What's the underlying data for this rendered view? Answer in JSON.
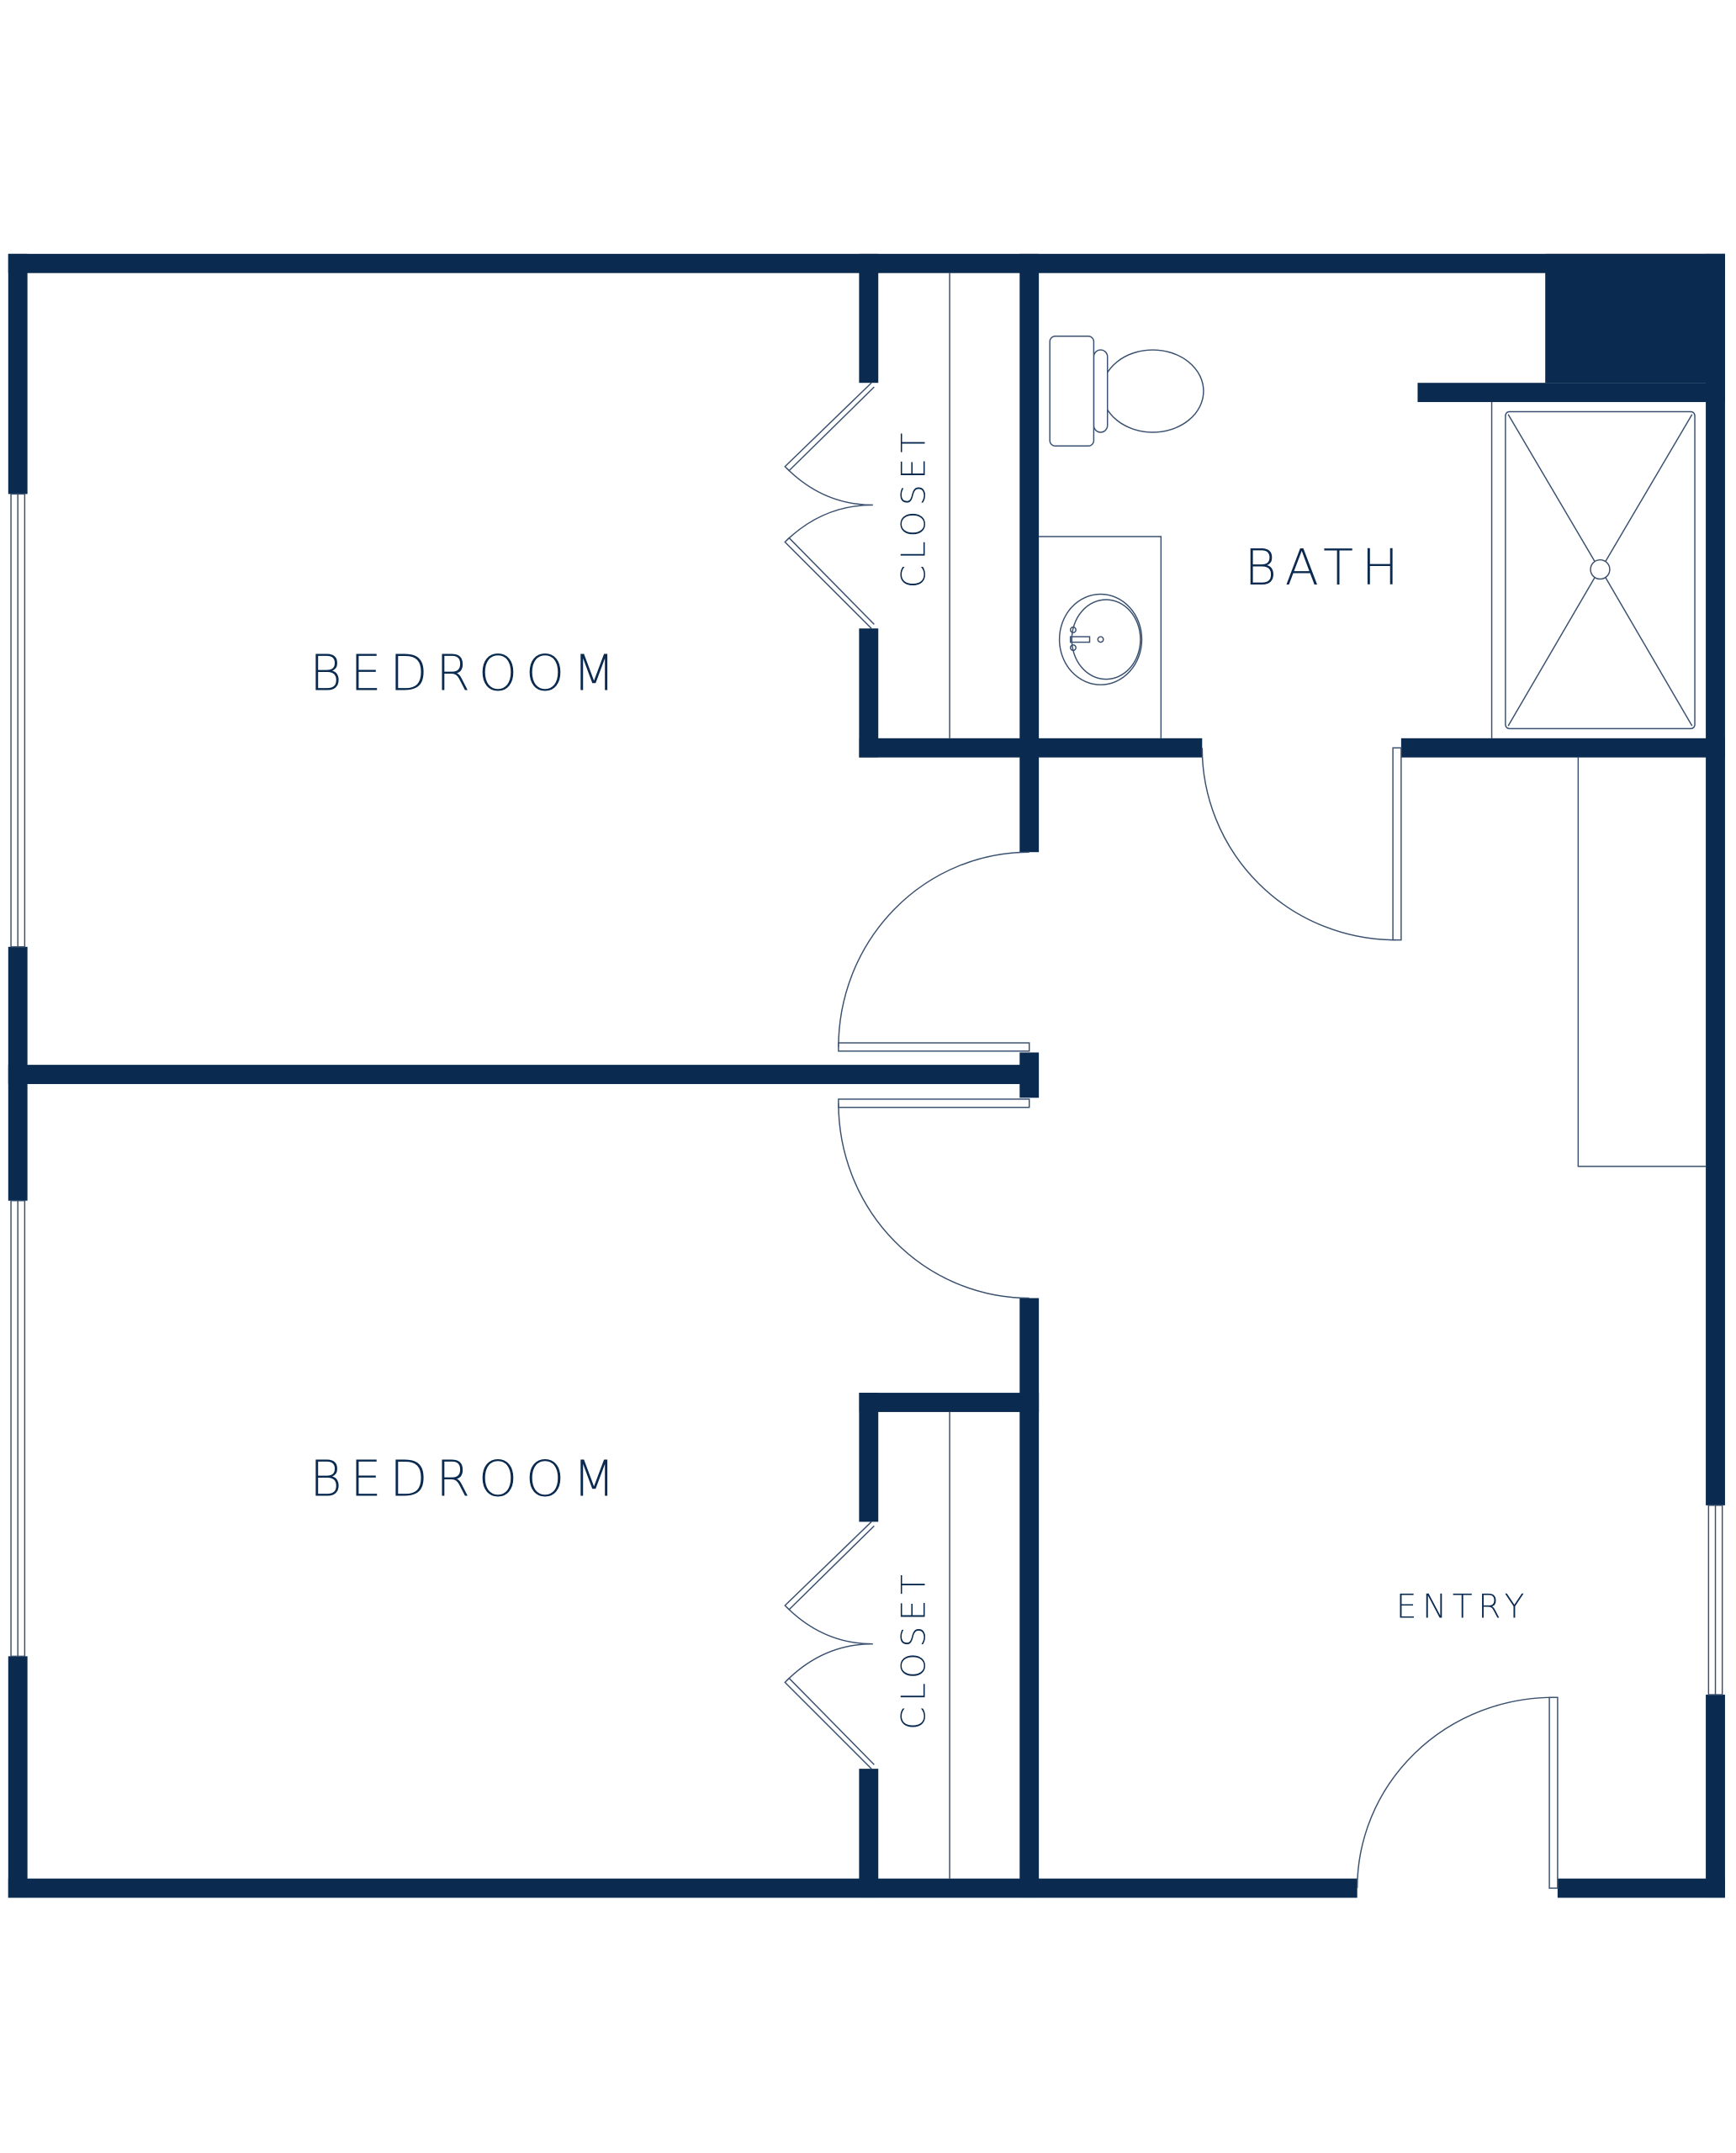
{
  "colors": {
    "wall": "#0a2a4f",
    "fixture_line": "#3a5170",
    "background": "#ffffff"
  },
  "rooms": {
    "bedroom_top": "BEDROOM",
    "bedroom_bottom": "BEDROOM",
    "closet_top": "CLOSET",
    "closet_bottom": "CLOSET",
    "bath": "BATH",
    "entry": "ENTRY"
  }
}
